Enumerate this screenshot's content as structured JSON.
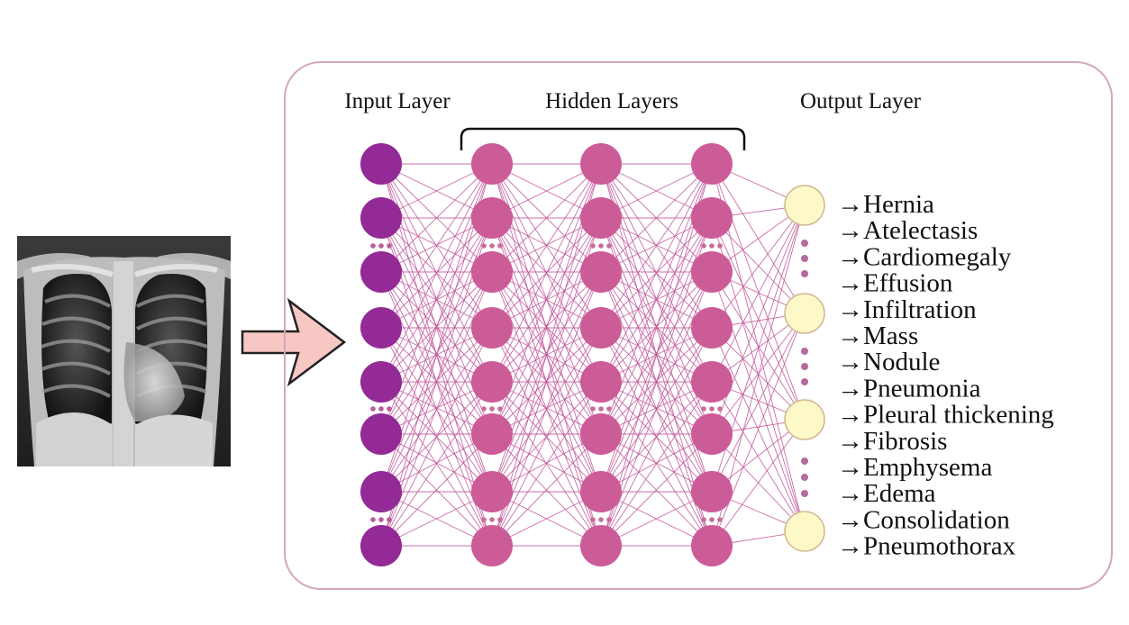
{
  "colors": {
    "frame": "#d4a6bb",
    "input_node": "#932a96",
    "hidden_node": "#cc5c98",
    "output_node": "#fdf8c8",
    "output_stroke": "#d2b892",
    "edge": "#c0569a",
    "ellipsis_input": "#b85a9e",
    "ellipsis_hidden": "#cc6c9a",
    "ellipsis_output": "#b46a9e",
    "arrow_fill": "#f7c7c3",
    "arrow_stroke": "#222222"
  },
  "titles": {
    "input": "Input Layer",
    "hidden": "Hidden Layers",
    "output": "Output Layer"
  },
  "input_image": {
    "icon": "chest-xray-image"
  },
  "arrow": {
    "icon": "right-arrow-icon"
  },
  "output_classes": [
    "Hernia",
    "Atelectasis",
    "Cardiomegaly",
    "Effusion",
    "Infiltration",
    "Mass",
    "Nodule",
    "Pneumonia",
    "Pleural thickening",
    "Fibrosis",
    "Emphysema",
    "Edema",
    "Consolidation",
    "Pneumothorax"
  ],
  "class_arrow_glyph": "→"
}
